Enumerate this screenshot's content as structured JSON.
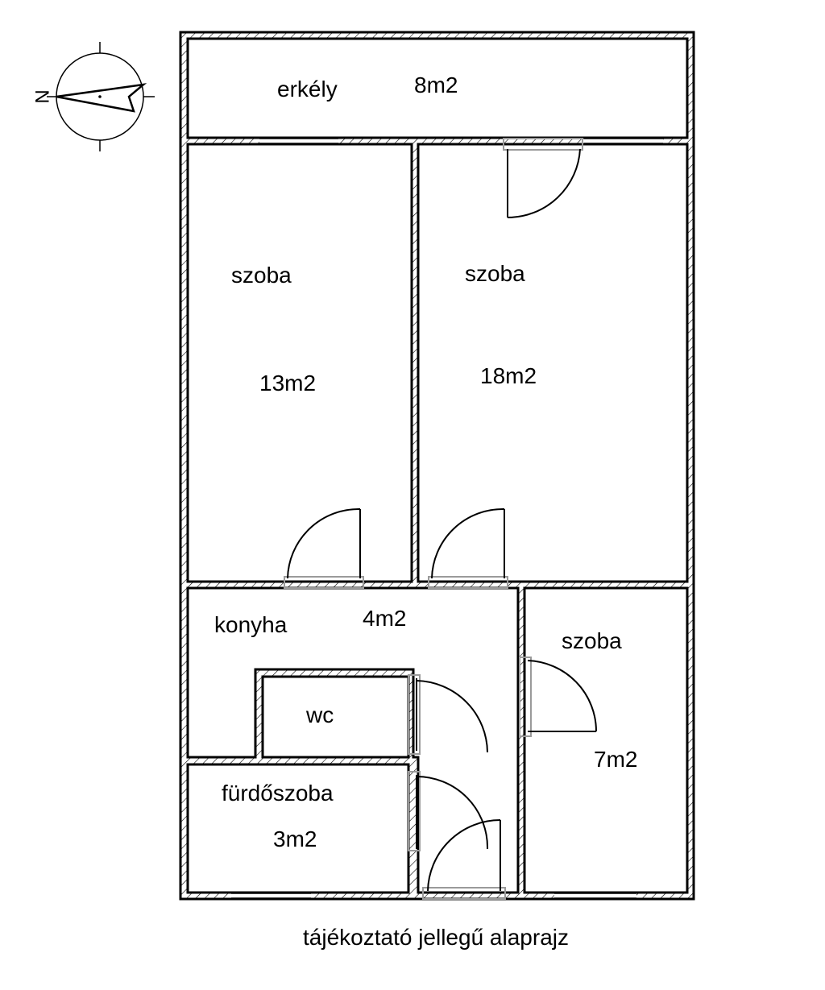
{
  "rooms": {
    "balcony": {
      "name": "erkély",
      "area": "8m2"
    },
    "room_left": {
      "name": "szoba",
      "area": "13m2"
    },
    "room_right": {
      "name": "szoba",
      "area": "18m2"
    },
    "kitchen": {
      "name": "konyha",
      "area": "4m2"
    },
    "wc": {
      "name": "wc"
    },
    "bathroom": {
      "name": "fürdőszoba",
      "area": "3m2"
    },
    "room_small": {
      "name": "szoba",
      "area": "7m2"
    }
  },
  "compass": {
    "letter": "N"
  },
  "caption": "tájékoztató jellegű alaprajz",
  "colors": {
    "line": "#000000",
    "frame": "#9a9a9a",
    "background": "#ffffff"
  }
}
